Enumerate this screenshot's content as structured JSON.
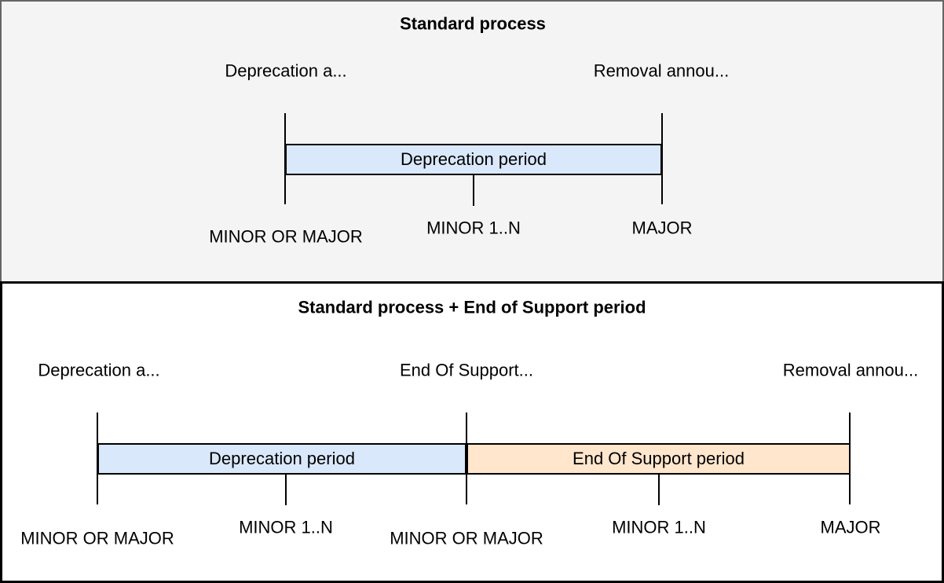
{
  "top": {
    "title": "Standard process",
    "annotations": [
      {
        "label": "Deprecation a..."
      },
      {
        "label": "Removal annou..."
      }
    ],
    "bars": [
      {
        "label": "Deprecation period",
        "fill": "#dae8fc"
      }
    ],
    "milestones": [
      {
        "label": "MINOR OR MAJOR"
      },
      {
        "label": "MINOR 1..N"
      },
      {
        "label": "MAJOR"
      }
    ]
  },
  "bottom": {
    "title": "Standard process + End of Support period",
    "annotations": [
      {
        "label": "Deprecation a..."
      },
      {
        "label": "End Of Support..."
      },
      {
        "label": "Removal annou..."
      }
    ],
    "bars": [
      {
        "label": "Deprecation period",
        "fill": "#dae8fc"
      },
      {
        "label": "End Of Support period",
        "fill": "#ffe6cc"
      }
    ],
    "milestones": [
      {
        "label": "MINOR OR MAJOR"
      },
      {
        "label": "MINOR 1..N"
      },
      {
        "label": "MINOR OR MAJOR"
      },
      {
        "label": "MINOR 1..N"
      },
      {
        "label": "MAJOR"
      }
    ]
  },
  "colors": {
    "deprecation_fill": "#dae8fc",
    "end_of_support_fill": "#ffe6cc",
    "top_panel_background": "#f4f4f4",
    "top_panel_border": "#666666",
    "bottom_panel_border": "#000000",
    "line_color": "#000000"
  }
}
